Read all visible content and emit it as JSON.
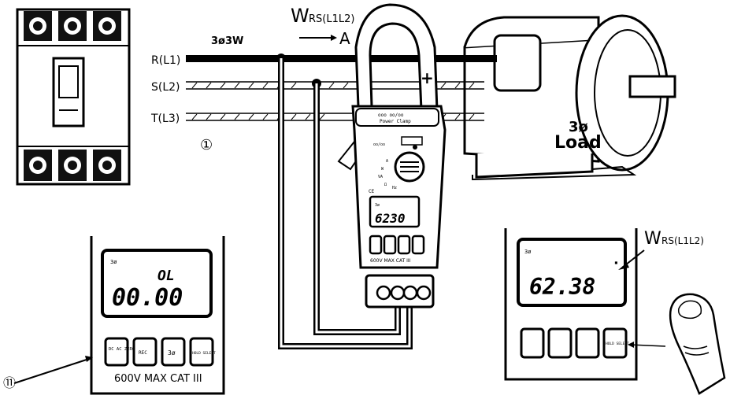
{
  "diagram": {
    "line_r": "R(L1)",
    "line_s": "S(L2)",
    "line_t": "T(L3)",
    "system_label": "3ø3W",
    "step_1_marker": "①",
    "step_2_marker": "⑪",
    "measurement_top": "W",
    "measurement_top_sub": "RS(L1L2)",
    "measurement_unit": "A",
    "clamp_polarity": "+",
    "load_phase": "3ø",
    "load_label": "Load",
    "meter_main_reading": "6230",
    "meter_rating": "600V MAX CAT III",
    "panel_left_overload": "OL",
    "panel_left_reading": "00.00",
    "panel_left_rating": "600V MAX CAT III",
    "panel_right_reading": "62.38",
    "panel_right_label": "W",
    "panel_right_label_sub": "RS(L1L2)",
    "panel_left_buttons": [
      "DC AC ZERO",
      "REC",
      "3ø",
      "HOLD SELECT"
    ],
    "panel_right_buttons": [
      "",
      "",
      "",
      "HOLD SELECT"
    ]
  }
}
